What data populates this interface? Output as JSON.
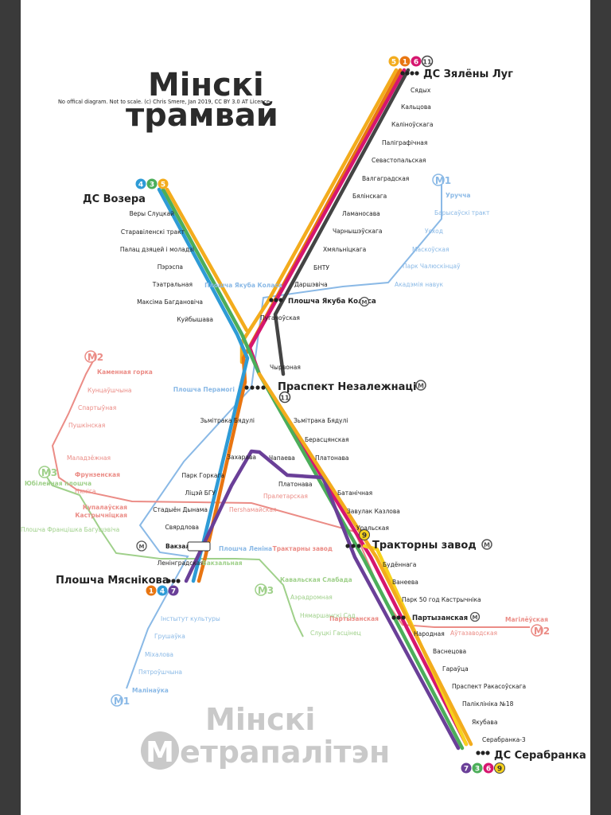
{
  "title": {
    "line1": "Мінскі",
    "line2": "трамвай"
  },
  "note": "No offical diagram. Not to scale. (c) Chris Smere, Jan 2019, CC BY 3.0 AT Licence.",
  "termini": {
    "zyaleny": "ДС Зялёны Луг",
    "vozera": "ДС Возера",
    "myasnikova": "Плошча Мяснікова",
    "serabranka": "ДС Серабранка",
    "nezalezhnatsi": "Праспект Незалежнаці",
    "traktorny": "Тракторны завод"
  },
  "routes": {
    "zyaleny": [
      "5",
      "1",
      "6",
      "11"
    ],
    "vozera": [
      "4",
      "3",
      "5"
    ],
    "myasnikova": [
      "1",
      "4",
      "7"
    ],
    "serabranka": [
      "7",
      "3",
      "6",
      "9"
    ],
    "nez": "11",
    "trak": "9"
  },
  "tram_stations": {
    "ne": [
      "Сядых",
      "Кальцова",
      "Калінoўскага",
      "Паліграфічная",
      "Севастопальская",
      "Валгаградская",
      "Бялінскага",
      "Ламаносава",
      "Чарнышэўскага",
      "Хмяльніцкага",
      "БНТУ",
      "Даршэвіча"
    ],
    "kolasa": "Плошча Якуба Коласа",
    "pugachouskaya": "Пугачоўская",
    "nw": [
      "Веры Слуцкай",
      "Старавіленскі тракт",
      "Палац дзяцей і моладзі",
      "Пэрэспа",
      "Тэатральная",
      "Максіма Багдановіча",
      "Куйбышава"
    ],
    "chyrvonaya": "Чырвоная",
    "bydula_w": "Зьмітрака Бядулі",
    "bydula_e": "Зьмітрака Бядулі",
    "sw": [
      "Захарава",
      "Парк Горкага",
      "Ліцэй БГУ",
      "Стадыён Дынама",
      "Свярдлова"
    ],
    "vakzal": "Вакзал",
    "leningradskaya": "Ленінградская",
    "chapaeva": "Чапаева",
    "platonava1": "Платонава",
    "platonava2": "Платонава",
    "berasyanskaya": "Берасцянская",
    "se_mid": [
      "Батанічная",
      "Завулак Казлова",
      "Уральская"
    ],
    "se_low": [
      "Будённага",
      "Ванеева",
      "Парк 50 год Кастрычніка"
    ],
    "partyzanskaya": "Партызанская",
    "se_end": [
      "Народная",
      "Васнецова",
      "Гараўца",
      "Праспект Ракасоўскага",
      "Паліклініка №18",
      "Якубава",
      "Серабранка-3"
    ]
  },
  "metro": {
    "m1_label": "М1",
    "m2_label": "М2",
    "m3_label": "М3",
    "m1_north": [
      "Уручча",
      "Барысаўскі тракт",
      "Усход",
      "Маскоўская",
      "Парк Чалюскінцаў",
      "Акадэмія навук"
    ],
    "m1_kolasa": "Плошча Якуба Коласа",
    "m1_peramogi": "Плошча Перамогі",
    "m1_lenina": "Плошча Леніна",
    "m1_south": [
      "Інстытут культуры",
      "Грушаўка",
      "Міхалова",
      "Пятроўшчына",
      "Малінаўка"
    ],
    "m2_west": [
      "Каменная горка",
      "Кунцаўшчына",
      "Спартыўная",
      "Пушкінская",
      "Маладзёжная"
    ],
    "m2_frunzenskaya": "Фрунзенская",
    "m2_nyamiha": "Няміга",
    "m2_kupalauskaya": "Купалаўская",
    "m2_kastrychnitskaya": "Кастрычніцкая",
    "m2_east": [
      "Пershамайская",
      "Пралетарская",
      "Трактарны завод",
      "Партызанская",
      "Аўтазаводская",
      "Магілёўская"
    ],
    "m3_north": [
      "Юбілейная плошча",
      "Плошча Францішка Багушэвіча"
    ],
    "m3_vakzalnaya": "Вакзальная",
    "m3_south": [
      "Кавальская Слабада",
      "Аэрадромная",
      "Нямаршанскі Сад",
      "Слуцкі Гасцінец"
    ]
  },
  "metro_title": {
    "line1": "Мінскі",
    "line2": "етрапалітэн",
    "m": "М"
  },
  "colors": {
    "r1": "#e87511",
    "r3": "#4cae5a",
    "r4": "#2e9bd6",
    "r5": "#f3ac1d",
    "r6": "#d6166f",
    "r7": "#6a3f98",
    "r9": "#f7d21e",
    "r11": "#444444",
    "m1": "#8ab9e6",
    "m2": "#eb8c86",
    "m3": "#9fd08a"
  }
}
